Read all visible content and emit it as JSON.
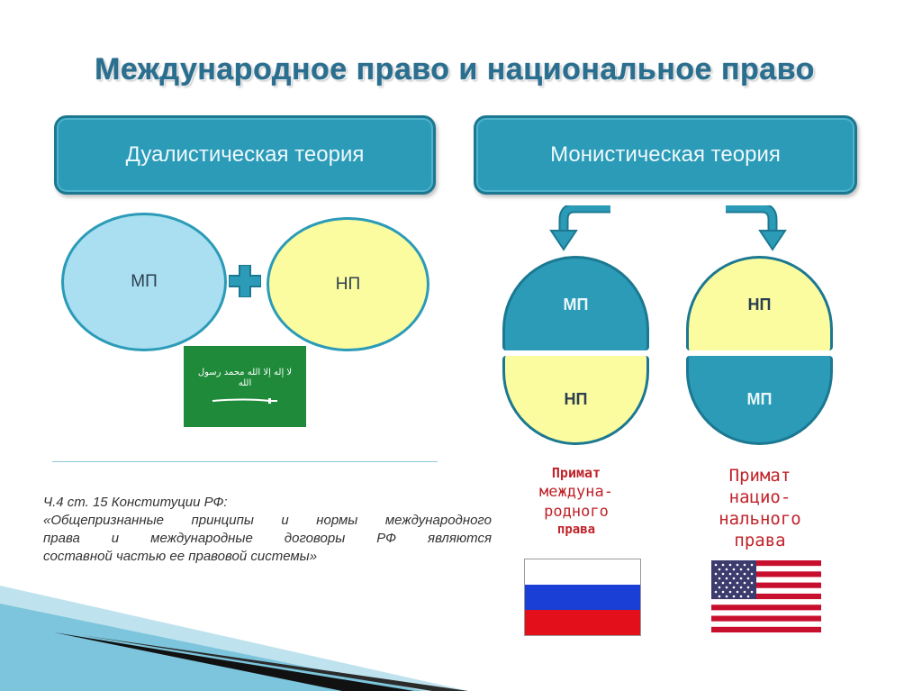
{
  "title": "Международное право и национальное право",
  "dualist": {
    "label": "Дуалистическая теория",
    "circle_left": "МП",
    "circle_right": "НП"
  },
  "monist": {
    "label": "Монистическая теория",
    "left_capsule": {
      "top": "МП",
      "bottom": "НП"
    },
    "right_capsule": {
      "top": "НП",
      "bottom": "МП"
    },
    "left_caption": [
      "Примат",
      "междуна-",
      "родного",
      "права"
    ],
    "right_caption": [
      "Примат",
      "нацио-",
      "нального",
      "права"
    ]
  },
  "quote": {
    "lines": [
      "Ч.4 ст. 15 Конституции РФ:",
      "«Общепризнанные принципы и нормы международного",
      "права и международные договоры РФ являются",
      "составной частью ее правовой системы»"
    ]
  },
  "flags": {
    "saudi_inscription": "لا إله إلا الله محمد رسول الله"
  },
  "colors": {
    "teal": "#2b9bb8",
    "light_blue": "#a9dff0",
    "yellow": "#fbfca0",
    "red_text": "#c0232a"
  }
}
